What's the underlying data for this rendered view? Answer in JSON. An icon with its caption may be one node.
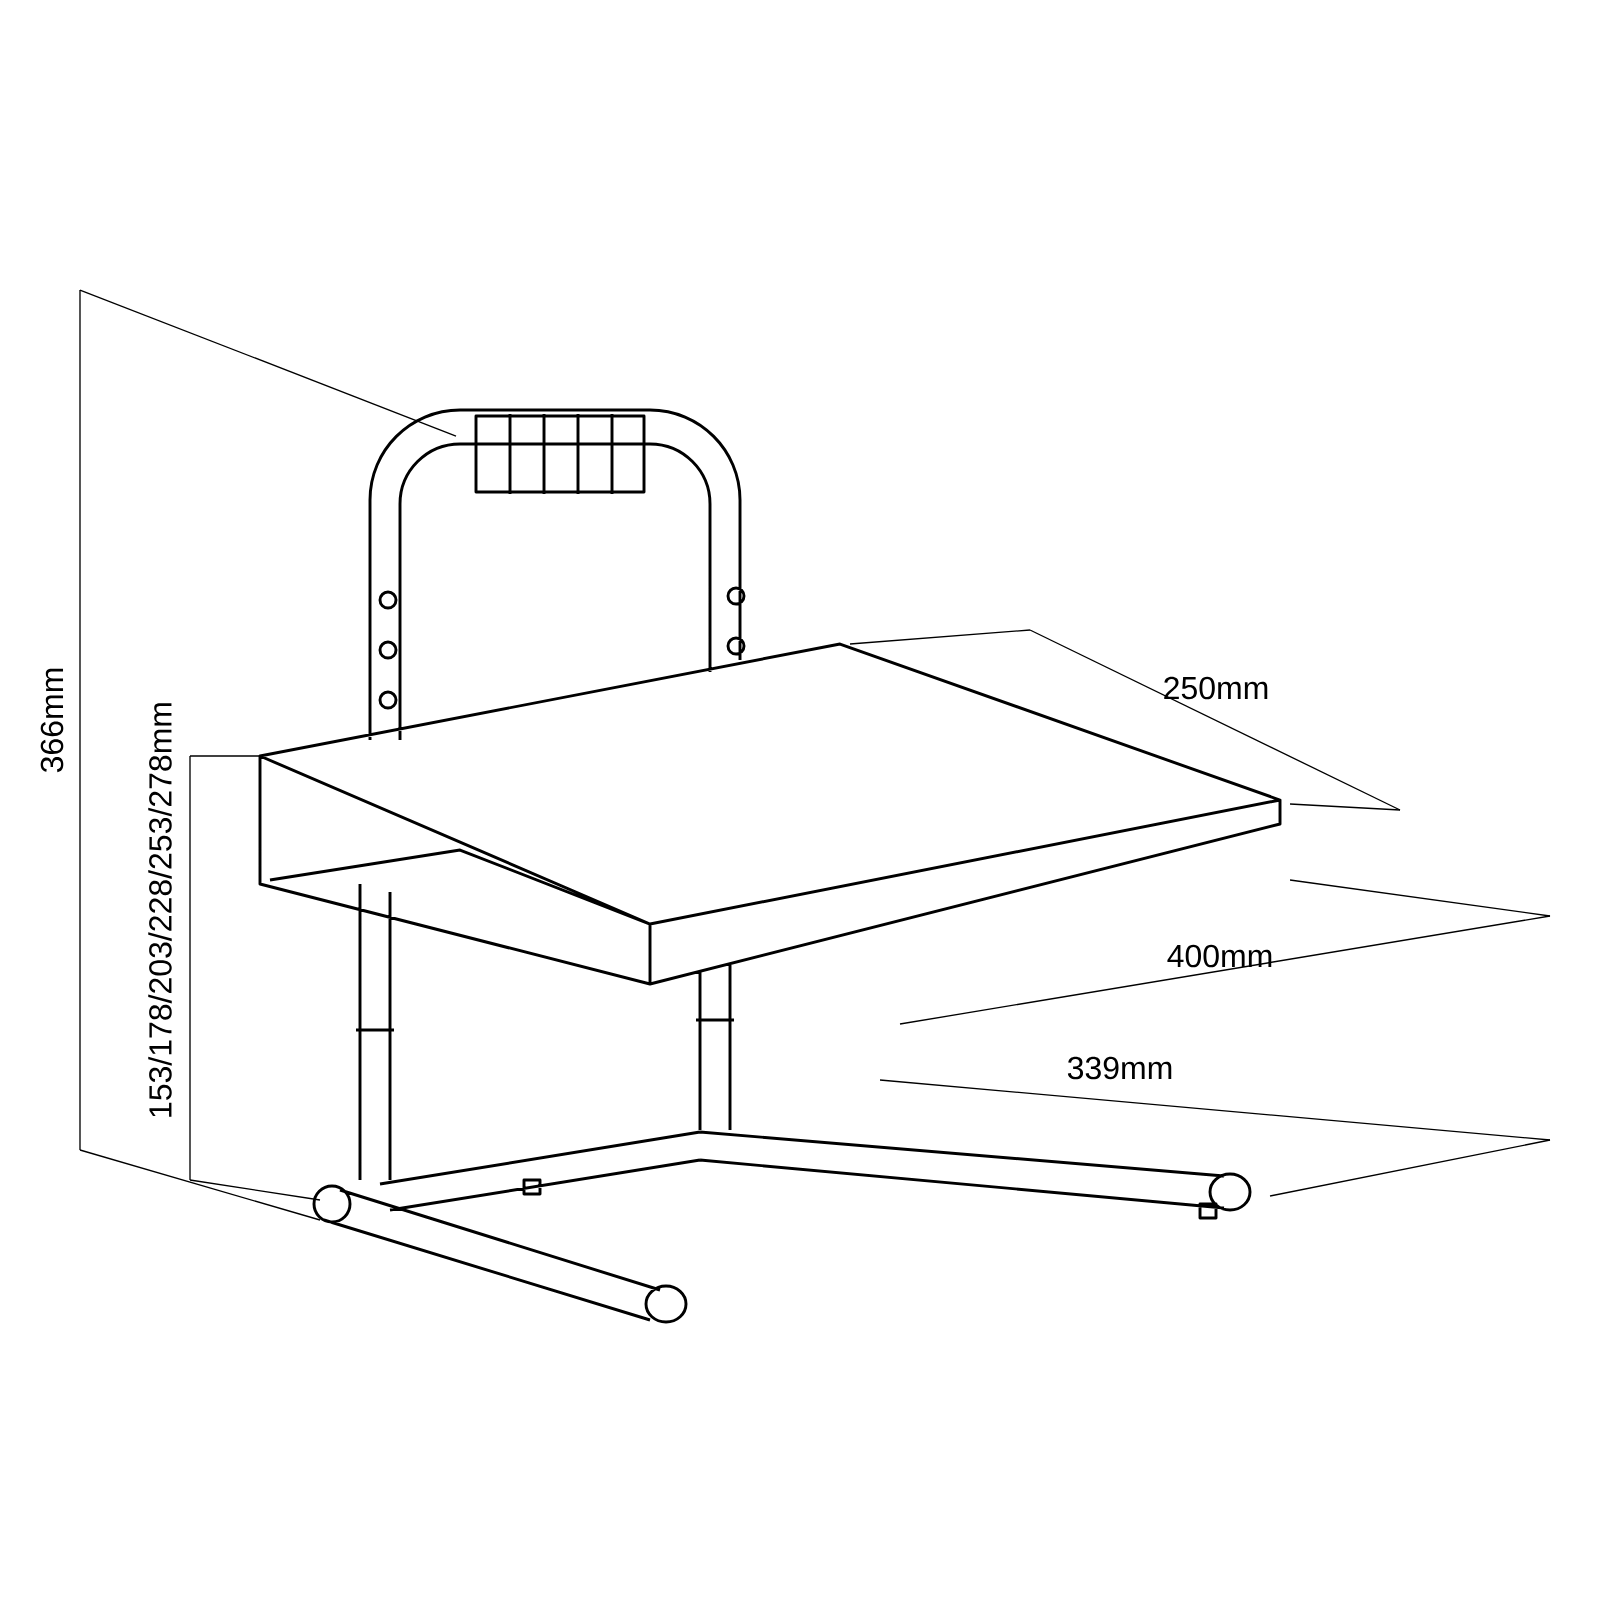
{
  "diagram": {
    "labels": [
      "366mm",
      "153/178/203/228/253/278mm",
      "250mm",
      "400mm",
      "339mm"
    ]
  }
}
